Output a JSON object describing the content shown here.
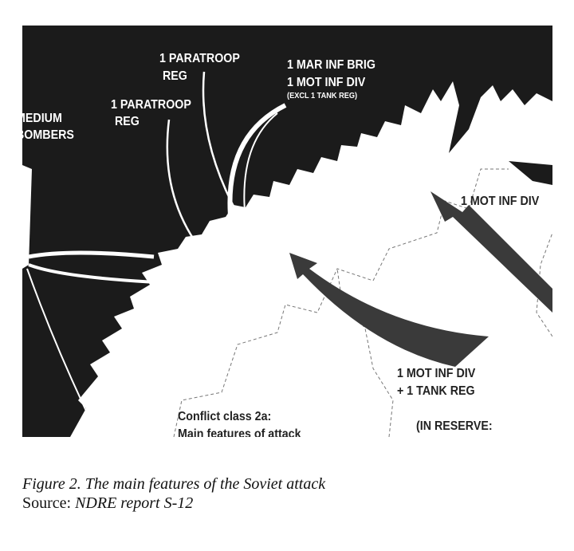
{
  "map": {
    "labels": {
      "paratroop_north_1": "1 PARATROOP",
      "paratroop_north_2": "REG",
      "paratroop_west_1": "1 PARATROOP",
      "paratroop_west_2": "REG",
      "marines_1": "1 MAR INF BRIG",
      "marines_2": "1 MOT INF DIV",
      "marines_3": "(EXCL 1 TANK REG)",
      "bombers_1": "MEDIUM",
      "bombers_2": "BOMBERS",
      "east_div": "1 MOT INF DIV",
      "south_div_1": "1 MOT INF DIV",
      "south_div_2": "+ 1 TANK REG",
      "title_1": "Conflict class 2a:",
      "title_2": "Main features of attack",
      "reserve": "(IN RESERVE:"
    }
  },
  "caption": {
    "figure": "Figure 2. The main features of the Soviet attack",
    "source_label": "Source:",
    "source_value": "NDRE report S-12"
  }
}
